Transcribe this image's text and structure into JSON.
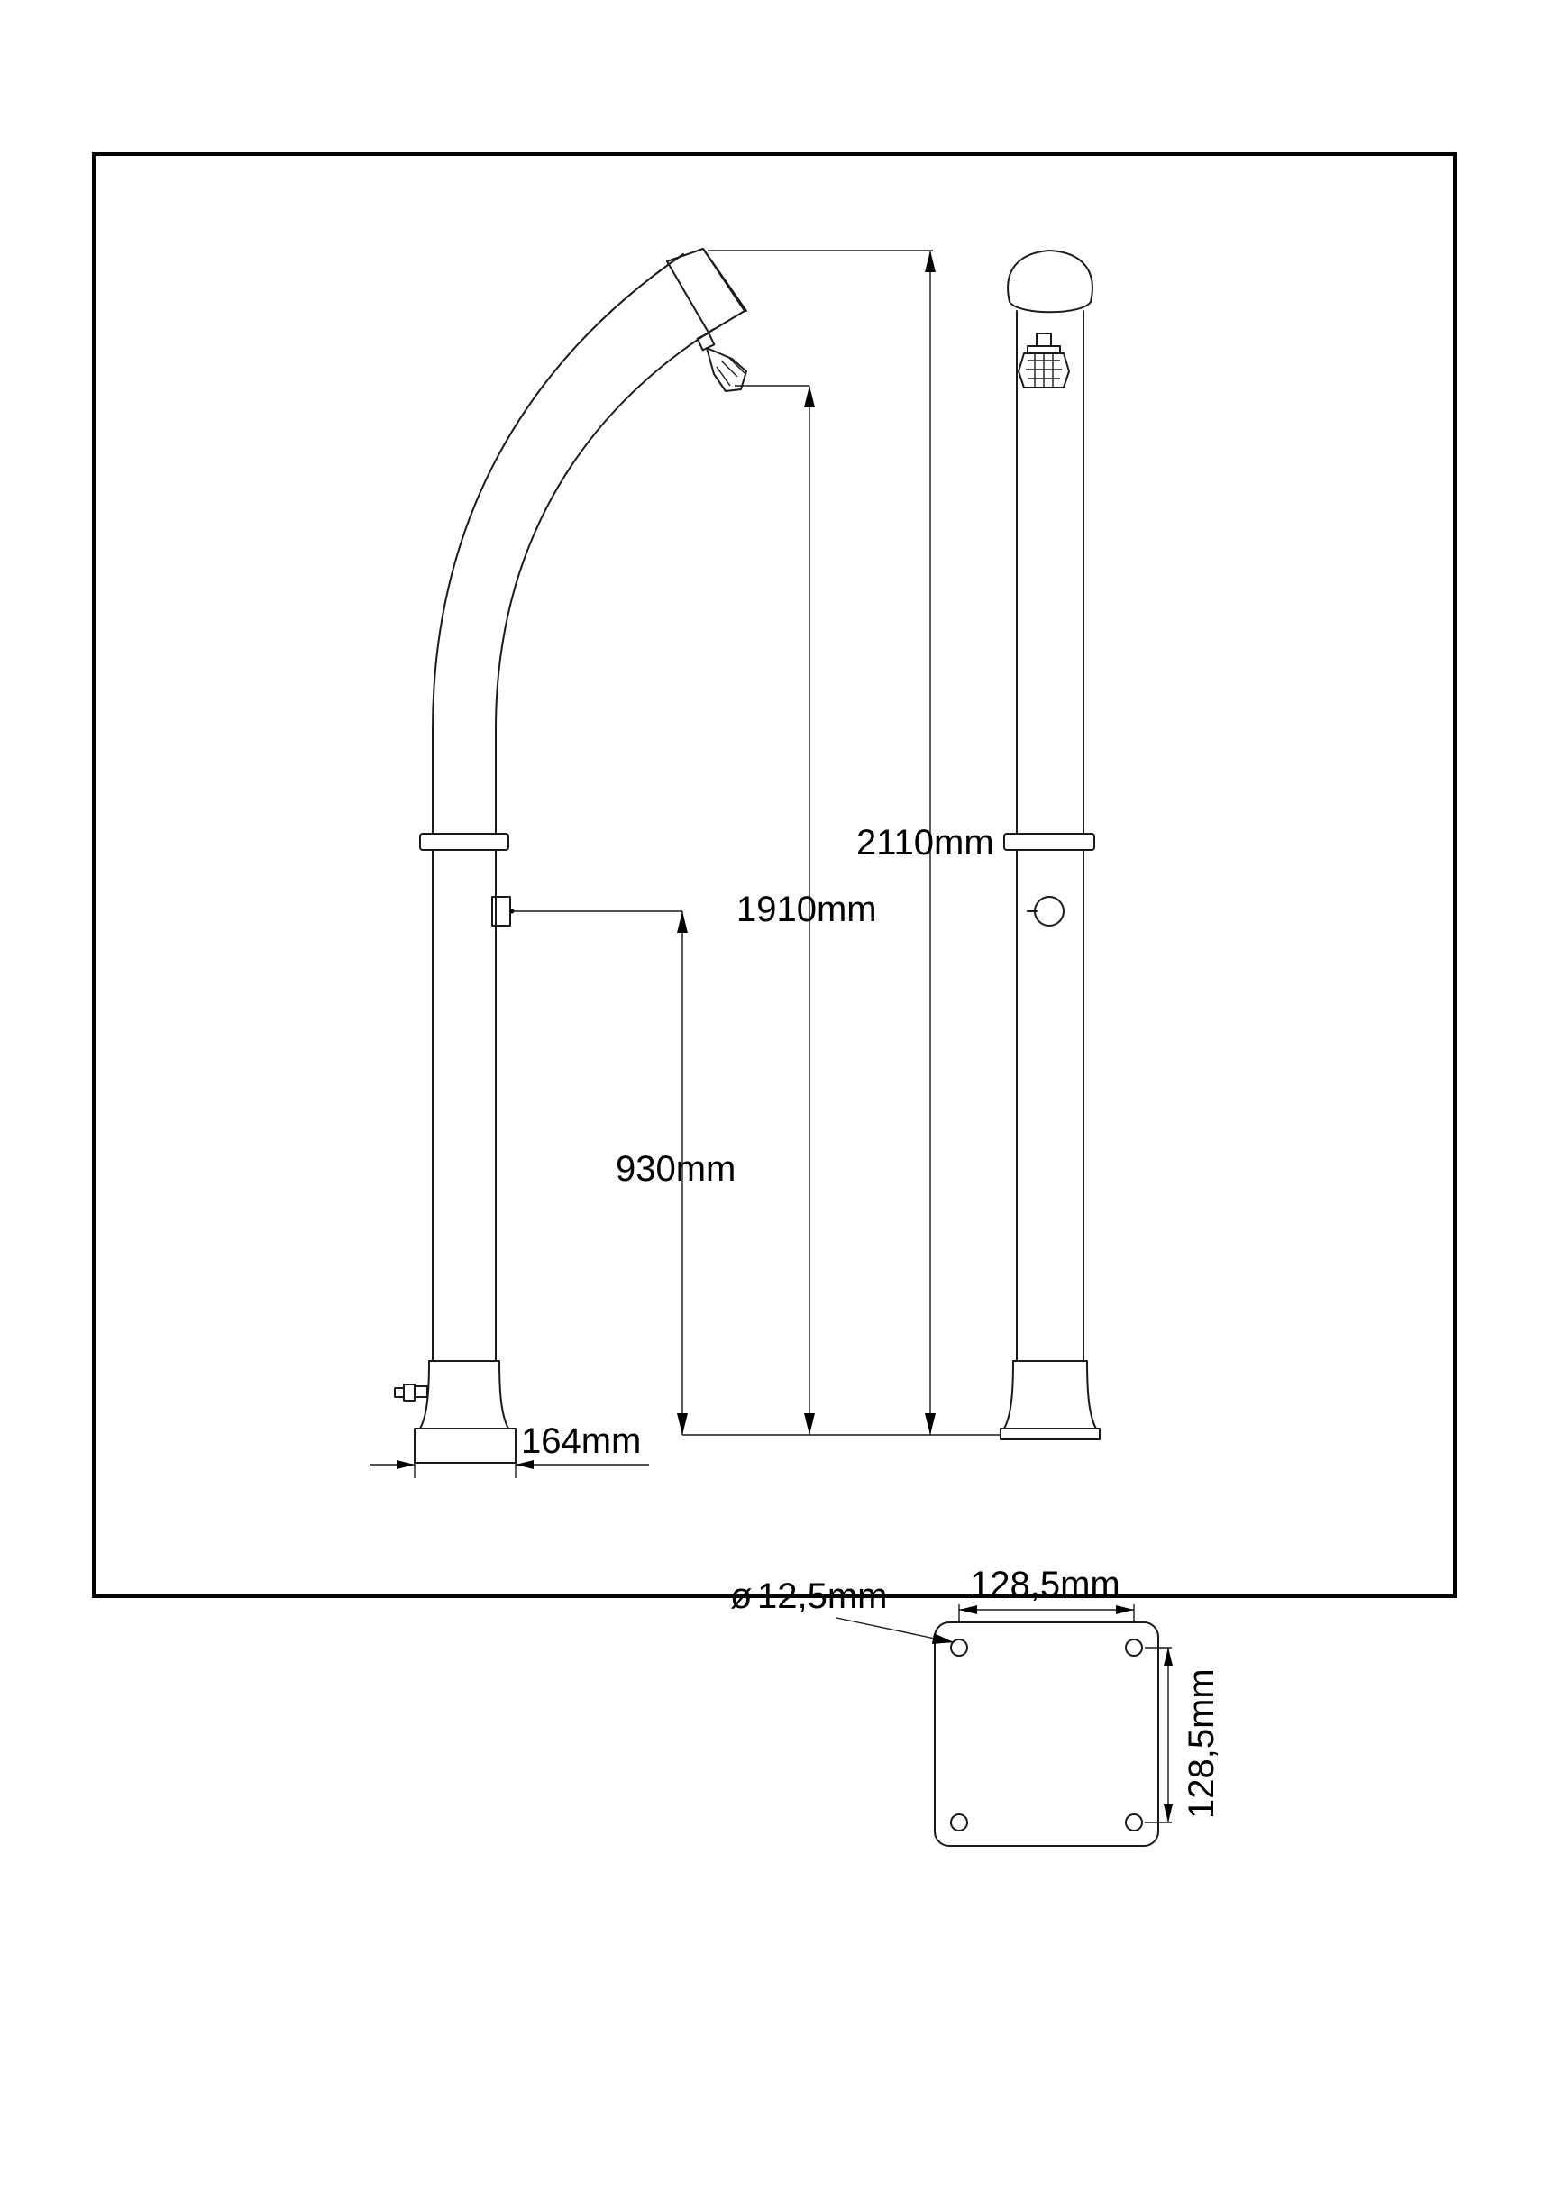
{
  "dimensions": {
    "total_height": "2110mm",
    "shower_head_height": "1910mm",
    "tap_height": "930mm",
    "base_width": "164mm",
    "hole_diameter": "12,5mm",
    "hole_spacing_horizontal": "128,5mm",
    "hole_spacing_vertical": "128,5mm"
  },
  "symbols": {
    "diameter": "ø"
  }
}
